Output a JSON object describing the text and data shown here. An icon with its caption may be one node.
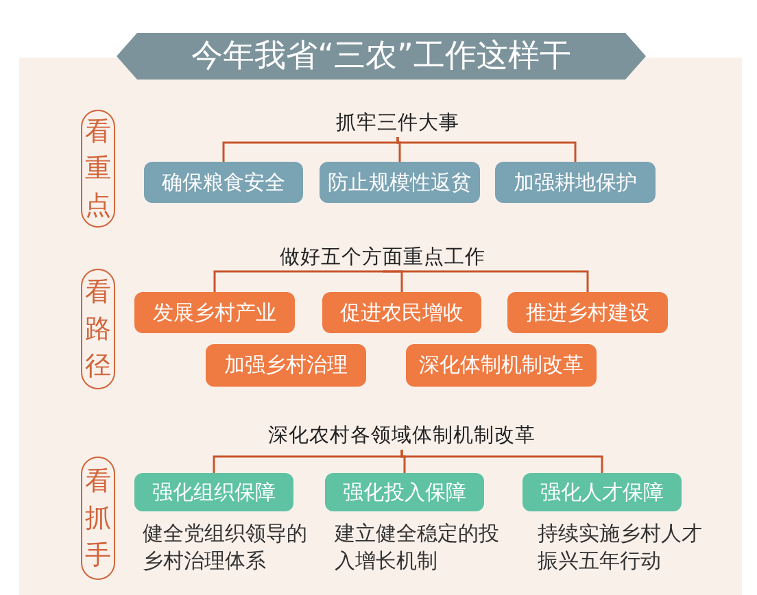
{
  "diagram": {
    "title": "今年我省“三农”工作这样干",
    "nodes": [
      {
        "text": [
          "看重点"
        ]
      },
      {
        "text": [
          "抓牢三件大事"
        ]
      },
      {
        "text": [
          "确保粮食安全"
        ]
      },
      {
        "text": [
          "防止规模性返贫"
        ]
      },
      {
        "text": [
          "加强耕地保护"
        ]
      },
      {
        "text": [
          "看路径"
        ]
      },
      {
        "text": [
          "做好五个方面重点工作"
        ]
      },
      {
        "text": [
          "发展乡村产业"
        ]
      },
      {
        "text": [
          "促进农民增收"
        ]
      },
      {
        "text": [
          "推进乡村建设"
        ]
      },
      {
        "text": [
          "加强乡村治理"
        ]
      },
      {
        "text": [
          "深化体制机制改革"
        ]
      },
      {
        "text": [
          "看抓手"
        ]
      },
      {
        "text": [
          "深化农村各领域体制机制改革"
        ]
      },
      {
        "text": [
          "强化组织保障"
        ],
        "beside": [
          "健全党组织领导的乡村治理体系"
        ]
      },
      {
        "text": [
          "强化投入保障"
        ],
        "beside": [
          "建立健全稳定的投入增长机制"
        ]
      },
      {
        "text": [
          "强化人才保障"
        ],
        "beside": [
          "持续实施乡村人才振兴五年行动"
        ]
      }
    ],
    "edges": [
      {
        "from": 1,
        "to": 2,
        "arrow": "none"
      },
      {
        "from": 1,
        "to": 3,
        "arrow": "none"
      },
      {
        "from": 1,
        "to": 4,
        "arrow": "none"
      },
      {
        "from": 6,
        "to": 7,
        "arrow": "none"
      },
      {
        "from": 6,
        "to": 8,
        "arrow": "none"
      },
      {
        "from": 6,
        "to": 9,
        "arrow": "none"
      },
      {
        "from": 13,
        "to": 14,
        "arrow": "none"
      },
      {
        "from": 13,
        "to": 15,
        "arrow": "none"
      },
      {
        "from": 13,
        "to": 16,
        "arrow": "none"
      }
    ]
  }
}
